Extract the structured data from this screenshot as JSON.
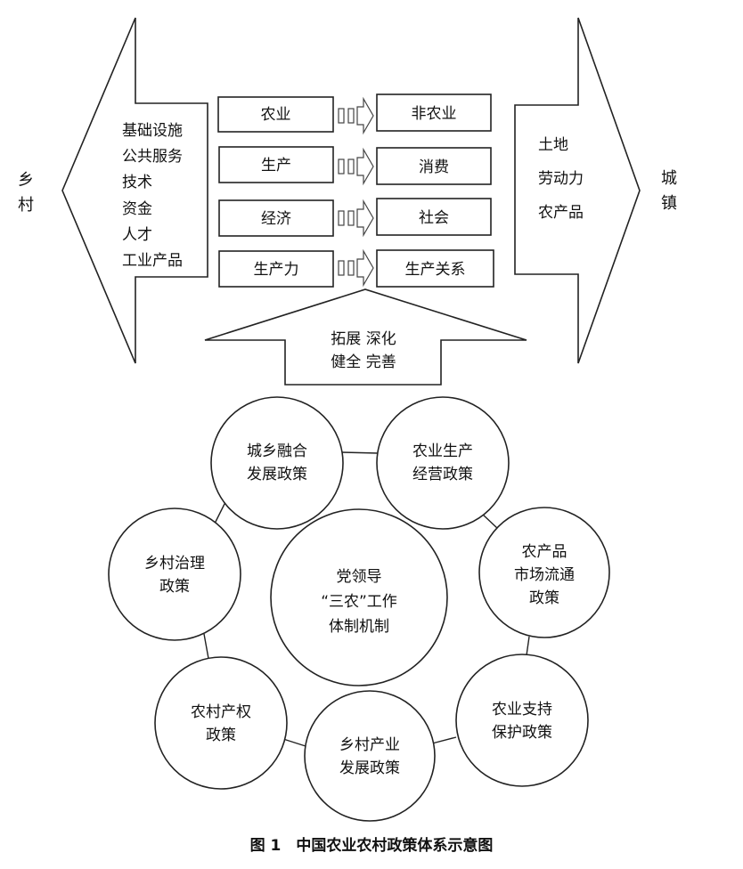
{
  "top": {
    "rural_label": "乡村",
    "urban_label": "城镇",
    "rural_to_urban_flows": [
      "土地",
      "劳动力",
      "农产品"
    ],
    "urban_to_rural_flows": [
      "基础设施",
      "公共服务",
      "技术",
      "资金",
      "人才",
      "工业产品"
    ],
    "transformations": [
      {
        "from": "农业",
        "to": "非农业"
      },
      {
        "from": "生产",
        "to": "消费"
      },
      {
        "from": "经济",
        "to": "社会"
      },
      {
        "from": "生产力",
        "to": "生产关系"
      }
    ],
    "up_arrow_lines": [
      "拓展 深化",
      "健全 完善"
    ]
  },
  "center": {
    "lines": [
      "党领导",
      "“三农”工作",
      "体制机制"
    ]
  },
  "policies": [
    {
      "lines": [
        "城乡融合",
        "发展政策"
      ]
    },
    {
      "lines": [
        "农业生产",
        "经营政策"
      ]
    },
    {
      "lines": [
        "农产品",
        "市场流通",
        "政策"
      ]
    },
    {
      "lines": [
        "农业支持",
        "保护政策"
      ]
    },
    {
      "lines": [
        "乡村产业",
        "发展政策"
      ]
    },
    {
      "lines": [
        "农村产权",
        "政策"
      ]
    },
    {
      "lines": [
        "乡村治理",
        "政策"
      ]
    }
  ],
  "caption": "图 1　中国农业农村政策体系示意图"
}
